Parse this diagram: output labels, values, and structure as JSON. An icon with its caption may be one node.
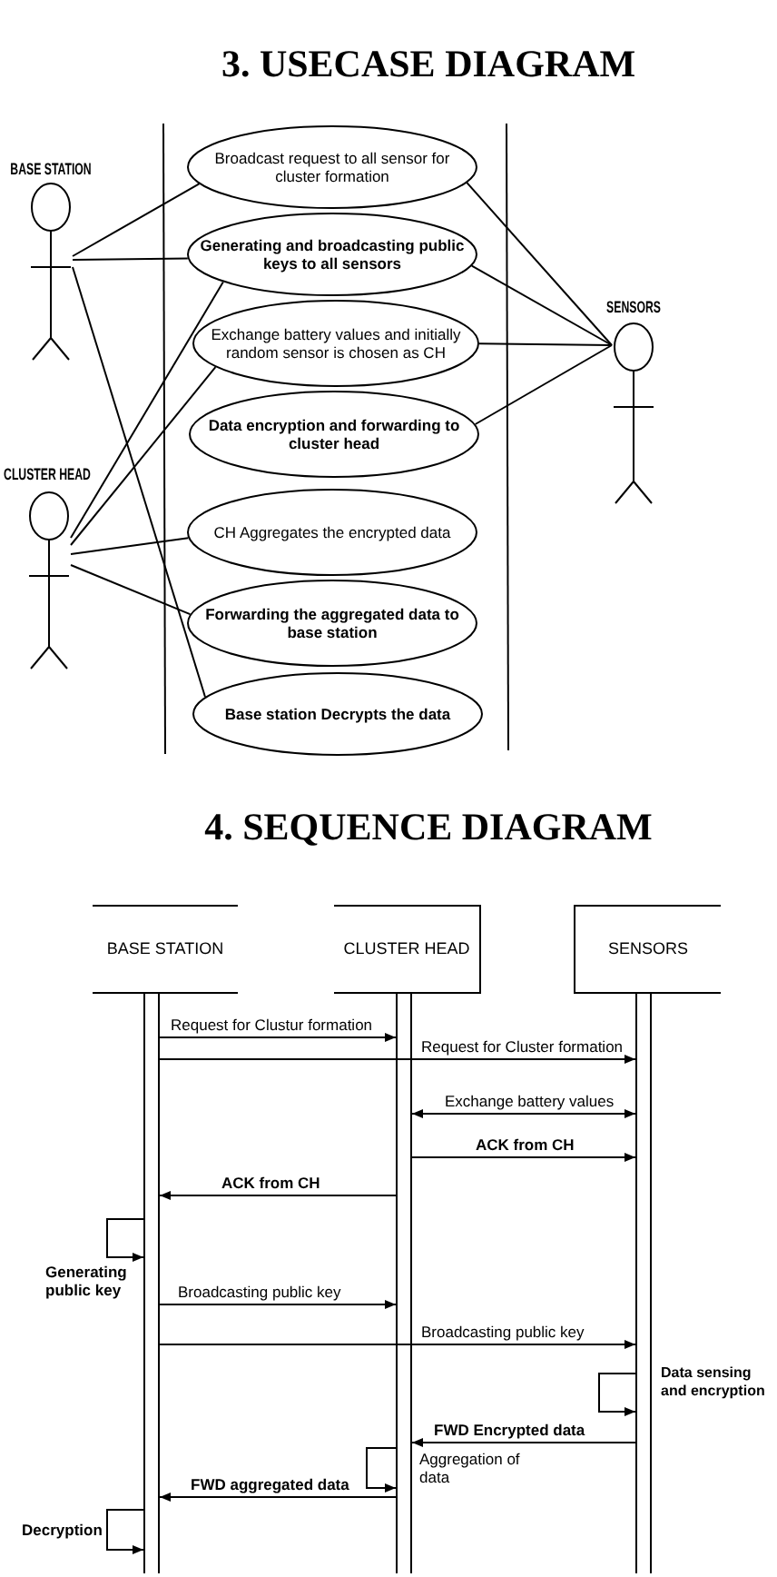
{
  "diagram": {
    "nodes": [
      {
        "text": [],
        "shape": "person",
        "beside": [
          "BASE STATION"
        ]
      },
      {
        "text": [],
        "shape": "person",
        "beside": [
          "CLUSTER HEAD"
        ]
      },
      {
        "text": [],
        "shape": "person",
        "beside": [
          "SENSORS"
        ]
      },
      {
        "text": [
          "Broadcast request to all sensor for cluster formation"
        ]
      },
      {
        "text": [
          "Generating and broadcasting public keys to all sensors"
        ]
      },
      {
        "text": [
          "Exchange battery values and initially random sensor is chosen as CH"
        ]
      },
      {
        "text": [
          "Data encryption and forwarding to cluster head"
        ]
      },
      {
        "text": [
          "CH Aggregates the encrypted data"
        ]
      },
      {
        "text": [
          "Forwarding the aggregated data to base station"
        ]
      },
      {
        "text": [
          "Base station Decrypts the data"
        ]
      },
      {
        "text": [
          "BASE STATION"
        ]
      },
      {
        "text": [
          "CLUSTER HEAD"
        ]
      },
      {
        "text": [
          "SENSORS"
        ]
      },
      {
        "text": [],
        "shape": "bar"
      },
      {
        "text": [],
        "shape": "bar"
      },
      {
        "text": [],
        "shape": "bar"
      }
    ],
    "edges": [
      {
        "from": 0,
        "to": 3,
        "arrow": "none"
      },
      {
        "from": 0,
        "to": 4,
        "arrow": "none"
      },
      {
        "from": 0,
        "to": 9,
        "arrow": "none"
      },
      {
        "from": 1,
        "to": 4,
        "arrow": "none"
      },
      {
        "from": 1,
        "to": 5,
        "arrow": "none"
      },
      {
        "from": 1,
        "to": 7,
        "arrow": "none"
      },
      {
        "from": 1,
        "to": 8,
        "arrow": "none"
      },
      {
        "from": 2,
        "to": 3,
        "arrow": "none"
      },
      {
        "from": 2,
        "to": 4,
        "arrow": "none"
      },
      {
        "from": 2,
        "to": 5,
        "arrow": "none"
      },
      {
        "from": 2,
        "to": 6,
        "arrow": "none"
      },
      {
        "from": 13,
        "to": 14,
        "arrow": "to",
        "label": "Request for Clustur formation"
      },
      {
        "from": 13,
        "to": 15,
        "arrow": "to",
        "label": "Request for Cluster formation"
      },
      {
        "from": 14,
        "to": 15,
        "arrow": "both",
        "label": "Exchange battery values"
      },
      {
        "from": 14,
        "to": 15,
        "arrow": "to",
        "label": "ACK from CH"
      },
      {
        "from": 14,
        "to": 13,
        "arrow": "to",
        "label": "ACK from CH"
      },
      {
        "from": 13,
        "to": 13,
        "arrow": "to",
        "label": "Generating public key"
      },
      {
        "from": 13,
        "to": 14,
        "arrow": "to",
        "label": "Broadcasting public key"
      },
      {
        "from": 13,
        "to": 15,
        "arrow": "to",
        "label": "Broadcasting public key"
      },
      {
        "from": 15,
        "to": 15,
        "arrow": "to",
        "label": "Data sensing and encryption"
      },
      {
        "from": 15,
        "to": 14,
        "arrow": "to",
        "label": "FWD Encrypted data"
      },
      {
        "from": 14,
        "to": 14,
        "arrow": "to",
        "label": "Aggregation of data"
      },
      {
        "from": 14,
        "to": 13,
        "arrow": "to",
        "label": "FWD aggregated data"
      },
      {
        "from": 13,
        "to": 13,
        "arrow": "to",
        "label": "Decryption"
      }
    ],
    "labels": [
      "3. USECASE DIAGRAM",
      "4. SEQUENCE DIAGRAM"
    ]
  }
}
